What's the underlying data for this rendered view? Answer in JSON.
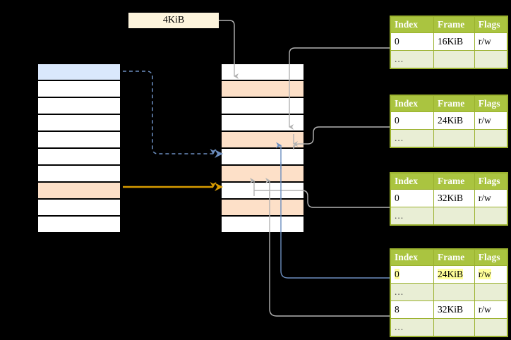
{
  "diagram": {
    "title": "page-table-walk",
    "background": "#000000",
    "label_box": {
      "text": "4KiB"
    },
    "colors": {
      "header_green": "#aac440",
      "dots_row": "#e9eed5",
      "highlight_yellow": "#ffff99",
      "highlight_orange": "#fde0c8",
      "highlight_blue": "#dae8fc",
      "orange_arrow": "#d79b00",
      "blue_arrow": "#6c8ebf",
      "gray_arrow": "#b3b3b3"
    },
    "left_column": {
      "name": "virtual-address-space",
      "rows": [
        {
          "fill": "blue"
        },
        {
          "fill": "white"
        },
        {
          "fill": "white"
        },
        {
          "fill": "white"
        },
        {
          "fill": "white"
        },
        {
          "fill": "white"
        },
        {
          "fill": "white"
        },
        {
          "fill": "orange"
        },
        {
          "fill": "white"
        },
        {
          "fill": "white"
        }
      ]
    },
    "middle_column": {
      "name": "physical-memory",
      "rows": [
        {
          "fill": "white"
        },
        {
          "fill": "orange"
        },
        {
          "fill": "white"
        },
        {
          "fill": "white"
        },
        {
          "fill": "orange"
        },
        {
          "fill": "white"
        },
        {
          "fill": "orange"
        },
        {
          "fill": "white"
        },
        {
          "fill": "orange"
        },
        {
          "fill": "white"
        },
        {
          "fill": "white"
        },
        {
          "fill": "white"
        }
      ]
    },
    "tables": [
      {
        "name": "page-table-1",
        "headers": [
          "Index",
          "Frame",
          "Flags"
        ],
        "rows": [
          {
            "cells": [
              "0",
              "16KiB",
              "r/w"
            ],
            "style": "normal"
          },
          {
            "cells": [
              "...",
              "",
              ""
            ],
            "style": "dots"
          }
        ]
      },
      {
        "name": "page-table-2",
        "headers": [
          "Index",
          "Frame",
          "Flags"
        ],
        "rows": [
          {
            "cells": [
              "0",
              "24KiB",
              "r/w"
            ],
            "style": "normal"
          },
          {
            "cells": [
              "...",
              "",
              ""
            ],
            "style": "dots"
          }
        ]
      },
      {
        "name": "page-table-3",
        "headers": [
          "Index",
          "Frame",
          "Flags"
        ],
        "rows": [
          {
            "cells": [
              "0",
              "32KiB",
              "r/w"
            ],
            "style": "normal"
          },
          {
            "cells": [
              "...",
              "",
              ""
            ],
            "style": "dots"
          }
        ]
      },
      {
        "name": "page-table-4",
        "headers": [
          "Index",
          "Frame",
          "Flags"
        ],
        "rows": [
          {
            "cells": [
              "0",
              "24KiB",
              "r/w"
            ],
            "style": "highlight"
          },
          {
            "cells": [
              "...",
              "",
              ""
            ],
            "style": "dots"
          },
          {
            "cells": [
              "8",
              "32KiB",
              "r/w"
            ],
            "style": "normal"
          },
          {
            "cells": [
              "...",
              "",
              ""
            ],
            "style": "dots"
          }
        ]
      }
    ]
  }
}
